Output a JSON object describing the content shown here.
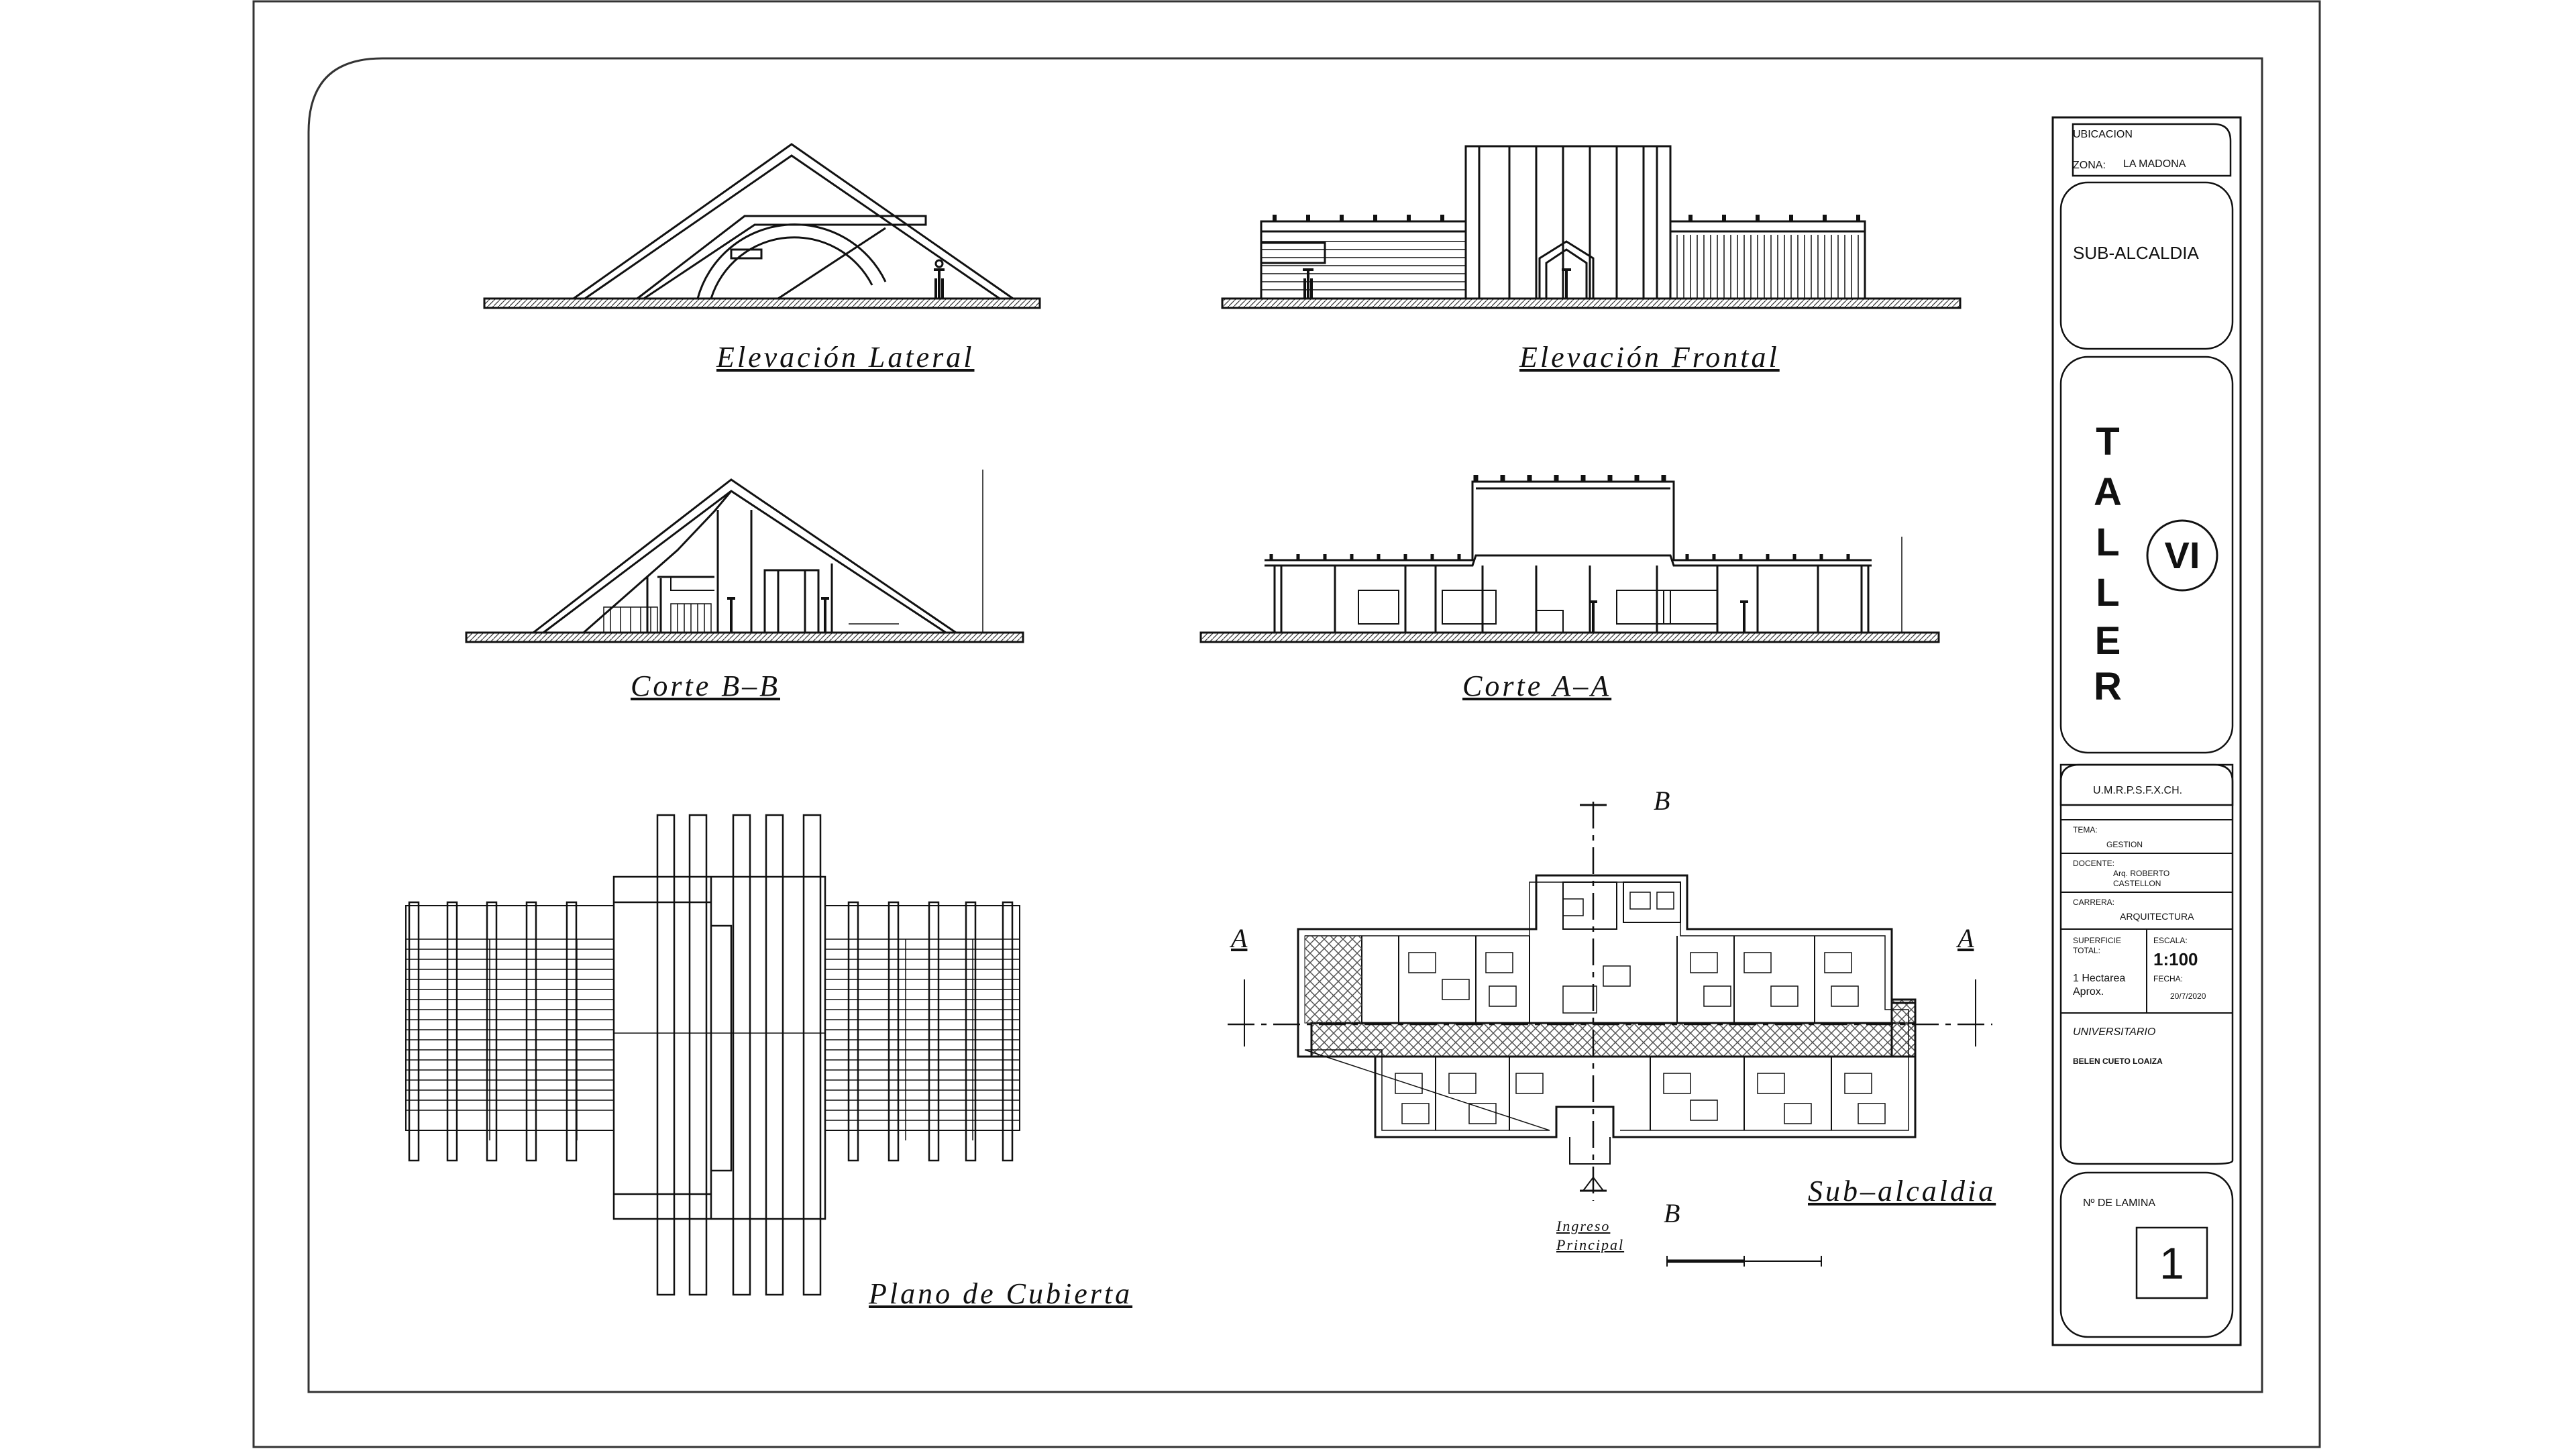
{
  "drawings": {
    "elevacion_lateral": "Elevación Lateral",
    "elevacion_frontal": "Elevación Frontal",
    "corte_bb": "Corte B–B",
    "corte_aa": "Corte A–A",
    "plano_cubierta": "Plano de Cubierta",
    "sub_alcaldia": "Sub–alcaldia"
  },
  "plan_markers": {
    "section_a": "A",
    "section_b": "B",
    "ingreso_line1": "Ingreso",
    "ingreso_line2": "Principal"
  },
  "title_block": {
    "ubicacion_label": "UBICACION",
    "zona_label": "ZONA:",
    "zona_value": "LA MADONA",
    "project": "SUB-ALCALDIA",
    "taller_letters": [
      "T",
      "A",
      "L",
      "L",
      "E",
      "R"
    ],
    "taller_number": "VI",
    "university": "U.M.R.P.S.F.X.CH.",
    "tema_label": "TEMA:",
    "tema_value": "GESTION",
    "docente_label": "DOCENTE:",
    "docente_value_1": "Arq. ROBERTO",
    "docente_value_2": "CASTELLON",
    "carrera_label": "CARRERA:",
    "carrera_value": "ARQUITECTURA",
    "superficie_label_1": "SUPERFICIE",
    "superficie_label_2": "TOTAL:",
    "superficie_value_1": "1 Hectarea",
    "superficie_value_2": "Aprox.",
    "escala_label": "ESCALA:",
    "escala_value": "1:100",
    "fecha_label": "FECHA:",
    "fecha_value": "20/7/2020",
    "universitario_label": "UNIVERSITARIO",
    "universitario_value": "BELEN CUETO LOAIZA",
    "lamina_label": "Nº DE LAMINA",
    "lamina_value": "1"
  },
  "colors": {
    "ink": "#111111",
    "paper": "#ffffff",
    "hatch": "#555555"
  }
}
